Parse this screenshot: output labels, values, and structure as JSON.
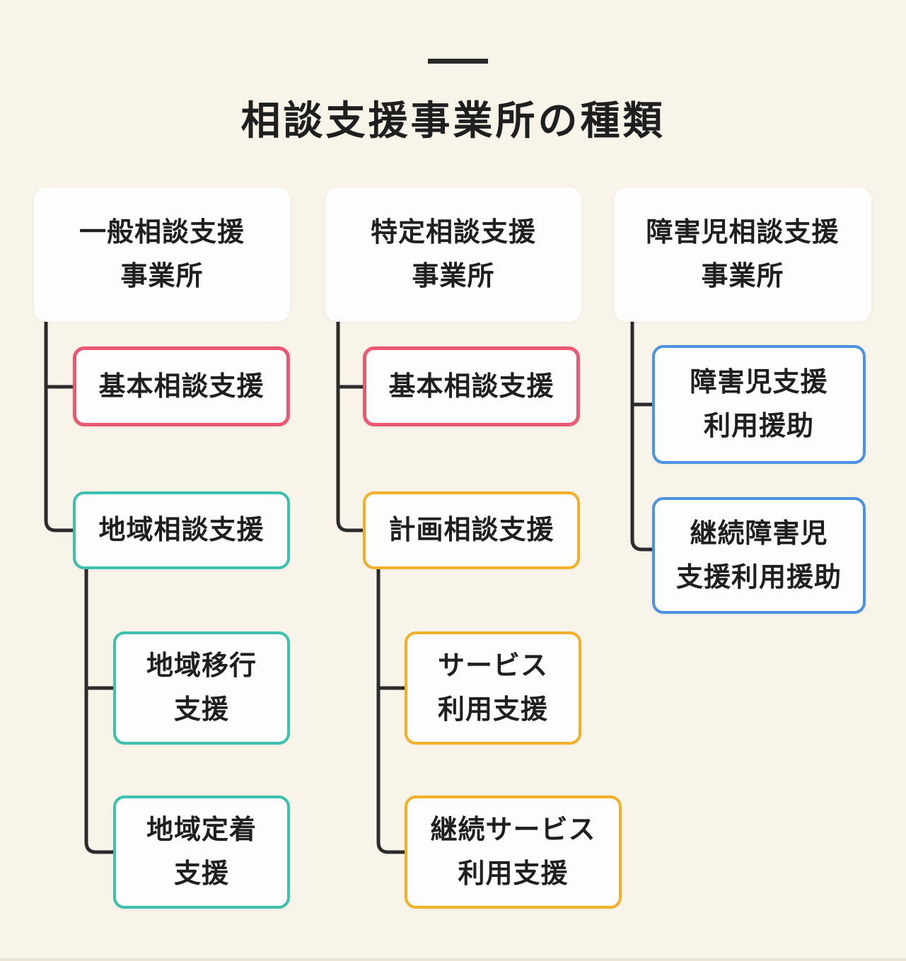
{
  "page": {
    "title": "相談支援事業所の種類"
  },
  "colors": {
    "background": "#f8f4e9",
    "line": "#2b2b2b",
    "box_background": "#fdfdfd",
    "text": "#1f1f1f",
    "pink": "#ea5871",
    "teal": "#3ec0af",
    "orange": "#f0b02a",
    "blue": "#4b92e2"
  },
  "columns": [
    {
      "header": {
        "line1": "一般相談支援",
        "line2": "事業所"
      },
      "children": [
        {
          "label": "基本相談支援",
          "color": "pink"
        },
        {
          "label": "地域相談支援",
          "color": "teal"
        },
        {
          "line1": "地域移行",
          "line2": "支援",
          "color": "teal"
        },
        {
          "line1": "地域定着",
          "line2": "支援",
          "color": "teal"
        }
      ]
    },
    {
      "header": {
        "line1": "特定相談支援",
        "line2": "事業所"
      },
      "children": [
        {
          "label": "基本相談支援",
          "color": "pink"
        },
        {
          "label": "計画相談支援",
          "color": "orange"
        },
        {
          "line1": "サービス",
          "line2": "利用支援",
          "color": "orange"
        },
        {
          "line1": "継続サービス",
          "line2": "利用支援",
          "color": "orange"
        }
      ]
    },
    {
      "header": {
        "line1": "障害児相談支援",
        "line2": "事業所"
      },
      "children": [
        {
          "line1": "障害児支援",
          "line2": "利用援助",
          "color": "blue"
        },
        {
          "line1": "継続障害児",
          "line2": "支援利用援助",
          "color": "blue"
        }
      ]
    }
  ]
}
